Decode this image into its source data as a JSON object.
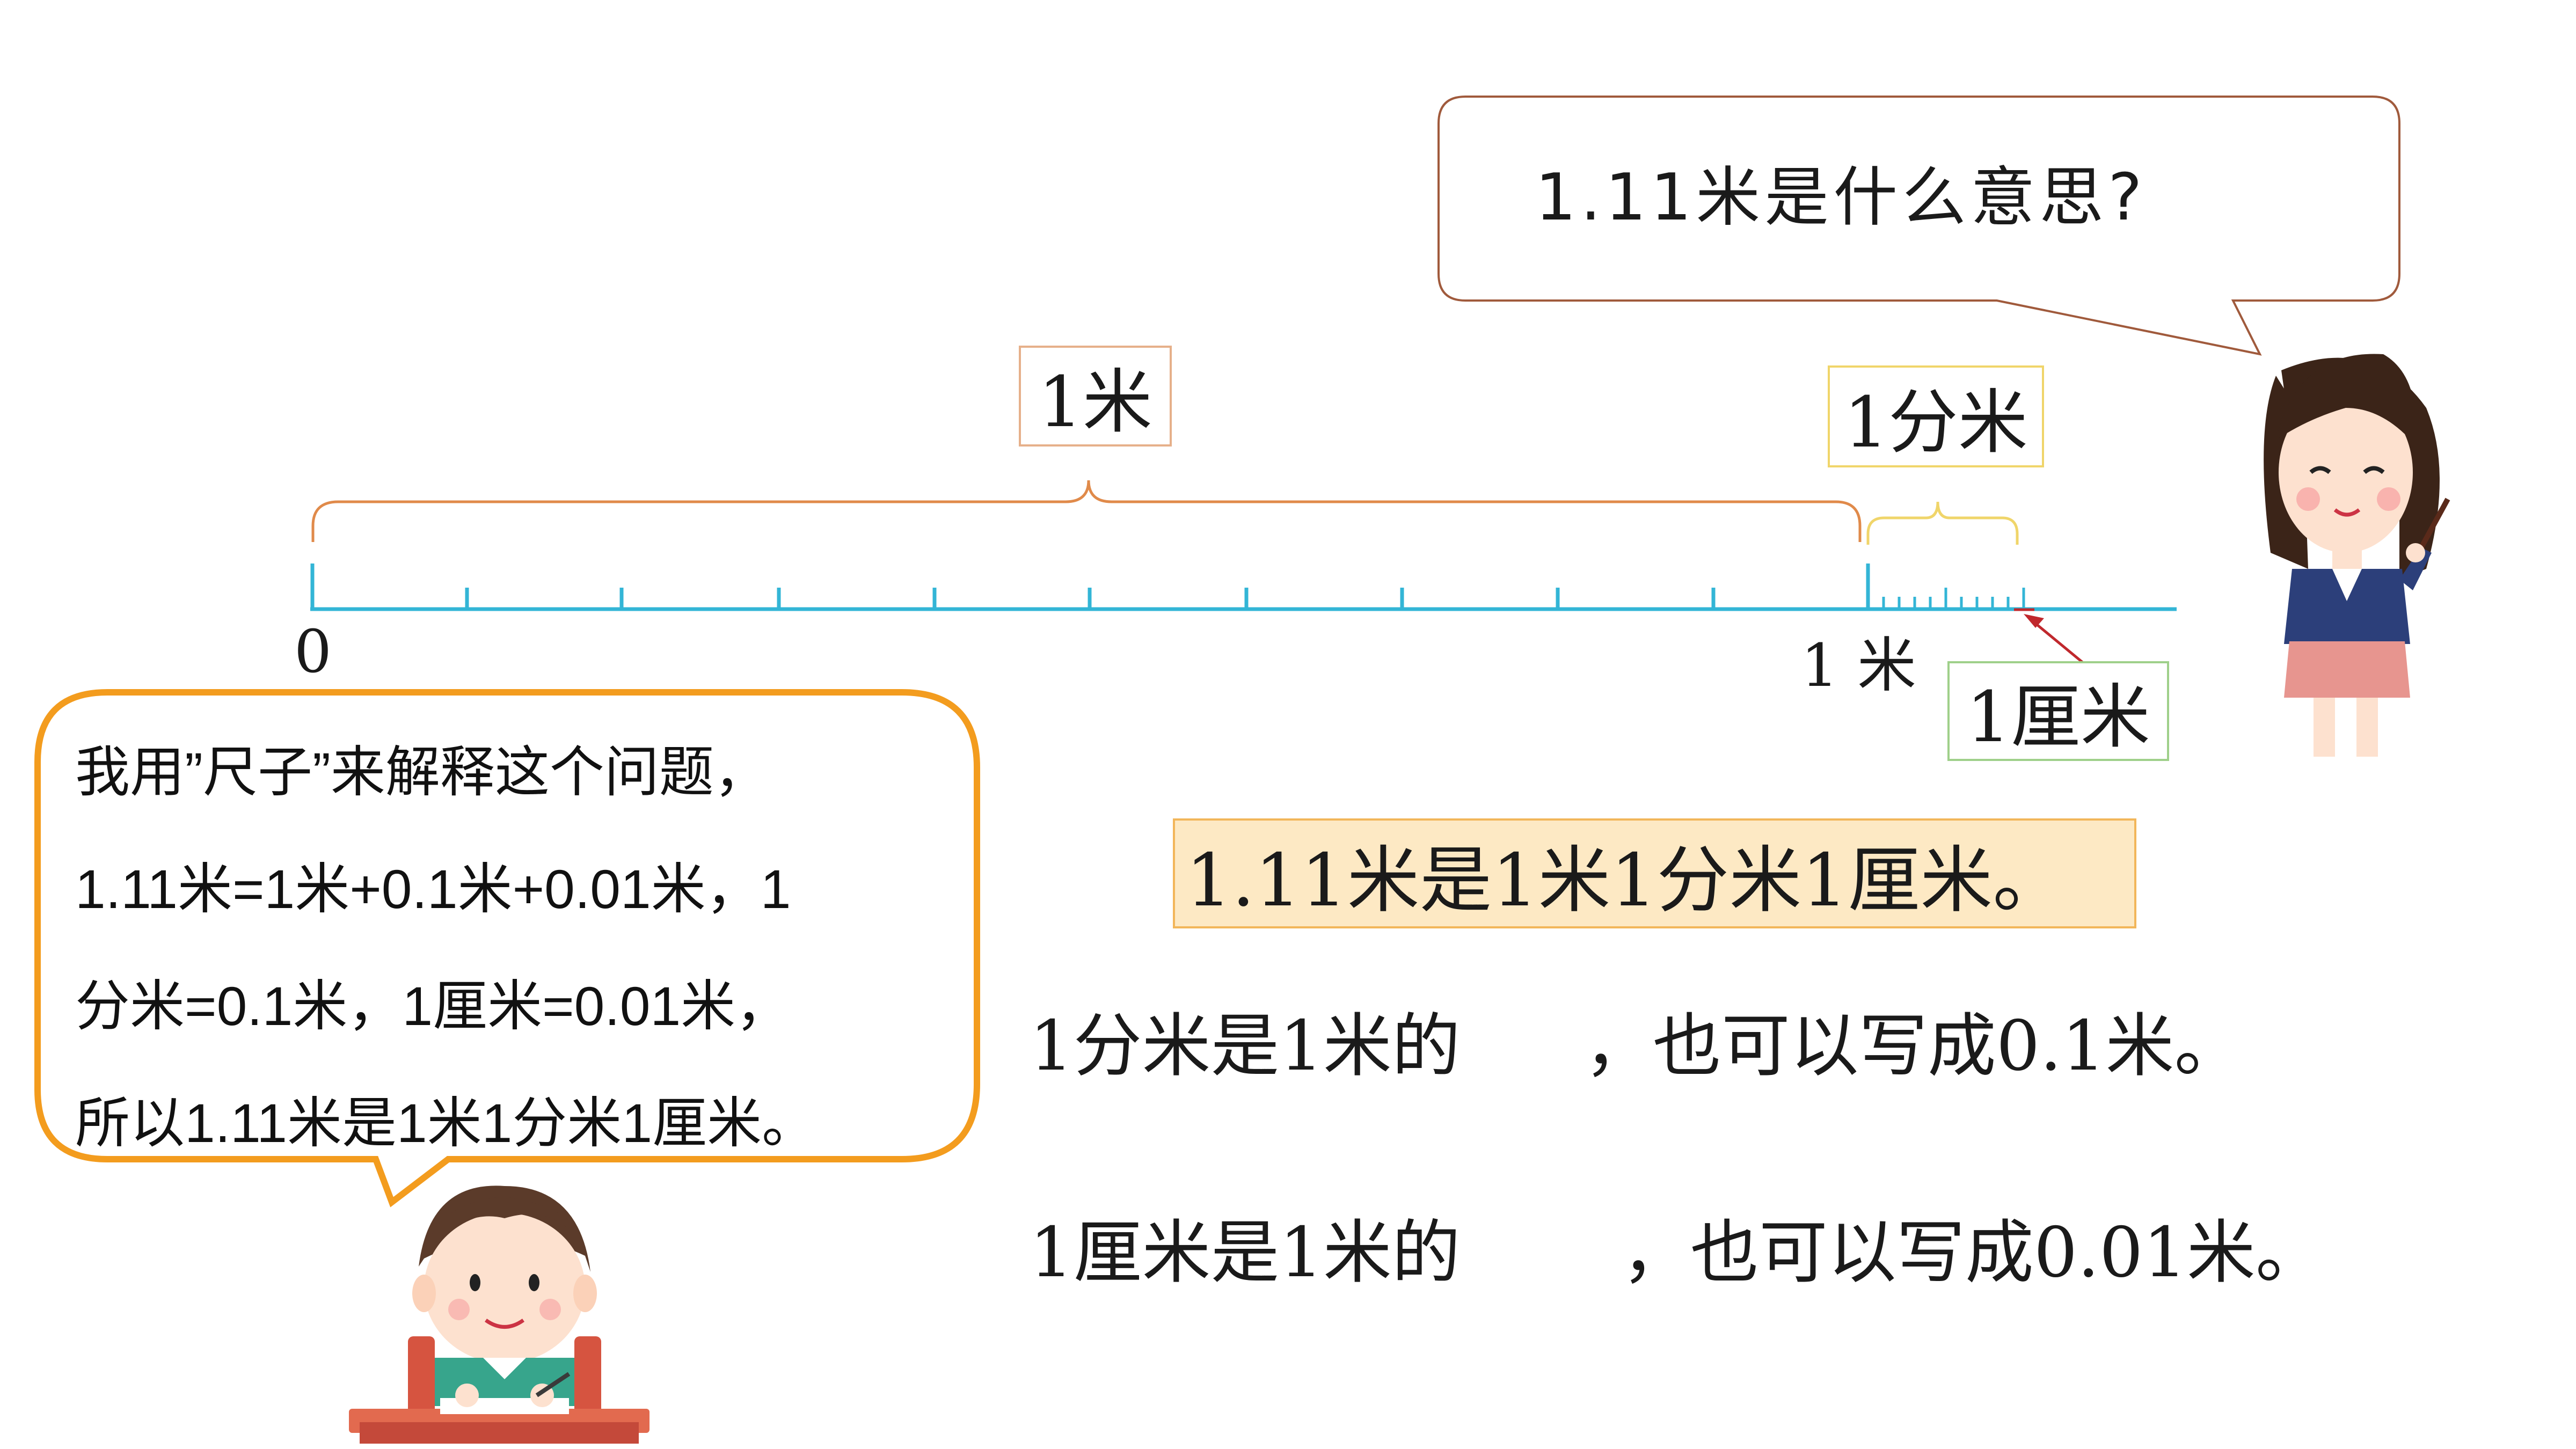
{
  "teacher": {
    "question": "1.11米是什么意思?"
  },
  "ruler": {
    "label_meter": "1米",
    "label_decimeter": "1分米",
    "label_centimeter": "1厘米",
    "zero": "0",
    "one_meter": "1 米"
  },
  "answer": {
    "text": "1.11米是1米1分米1厘米。"
  },
  "fill_in": {
    "dm_prefix": "1分米是1米的",
    "dm_suffix": "，也可以写成0.1米。",
    "cm_prefix": "1厘米是1米的",
    "cm_suffix": "，也可以写成0.01米。"
  },
  "boy": {
    "lines": [
      "我用”尺子”来解释这个问题，",
      "1.11米=1米+0.1米+0.01米，1",
      "分米=0.1米，1厘米=0.01米，",
      "所以1.11米是1米1分米1厘米。"
    ]
  },
  "colors": {
    "ruler_line": "#33b5d6",
    "brace_meter": "#e08a4a",
    "brace_decimeter": "#f0d56a",
    "arrow": "#c0282d",
    "boy_bubble_border": "#f39c1e",
    "teacher_bubble_border": "#a05a3c",
    "answer_fill": "#fde9c4"
  }
}
